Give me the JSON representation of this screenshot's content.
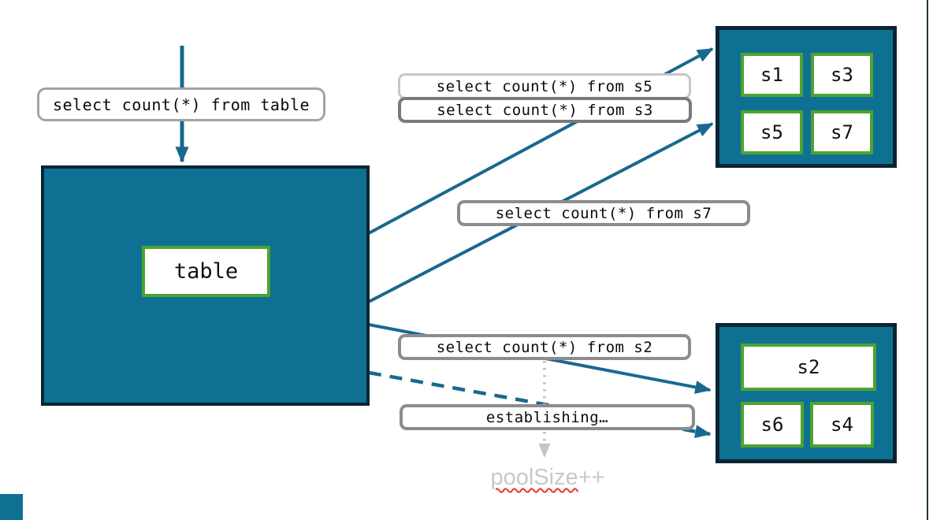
{
  "labels": {
    "query_table": "select count(*) from table",
    "query_s5": "select count(*) from s5",
    "query_s3": "select count(*) from s3",
    "query_s7": "select count(*) from s7",
    "query_s2": "select count(*) from s2",
    "establishing": "establishing…"
  },
  "table": {
    "label": "table"
  },
  "shards_top": {
    "cells": [
      "s1",
      "s3",
      "s5",
      "s7"
    ]
  },
  "shards_bottom": {
    "cells": [
      "s2",
      "s6",
      "s4"
    ]
  },
  "pool": {
    "word": "poolSize",
    "suffix": "++"
  },
  "colors": {
    "teal_fill": "#0e7194",
    "dark_border": "#0a2433",
    "green_border": "#4da32e",
    "arrow_teal": "#19688f",
    "label_border_gray": "#8c8c8c",
    "label_border_light": "#c7c7c7",
    "label_border_dark": "#7a7a7a",
    "dotted_arrow_gray": "#c5c5c5",
    "pool_text_gray": "#c8c8c8",
    "squiggle_red": "#e8392c"
  }
}
